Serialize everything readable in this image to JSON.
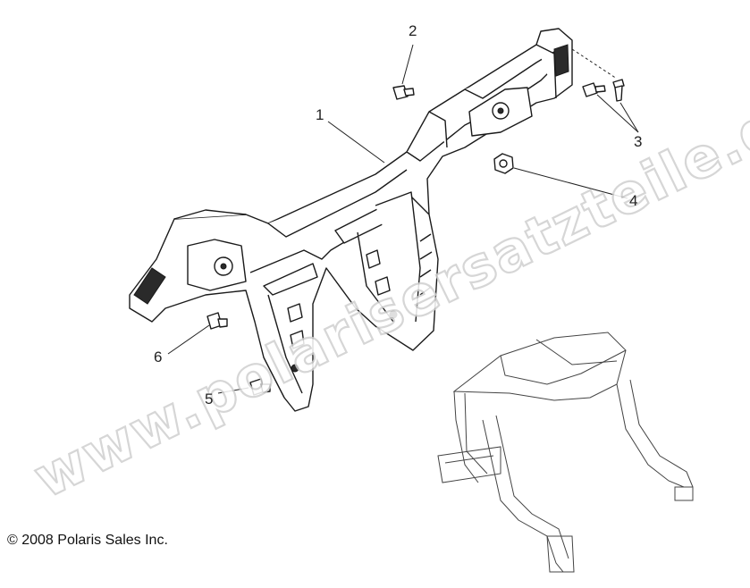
{
  "diagram": {
    "callouts": [
      {
        "id": "1",
        "label": "1"
      },
      {
        "id": "2",
        "label": "2"
      },
      {
        "id": "3",
        "label": "3"
      },
      {
        "id": "4",
        "label": "4"
      },
      {
        "id": "5",
        "label": "5"
      },
      {
        "id": "6",
        "label": "6"
      }
    ],
    "watermark": "www.polarisersatzteile.de",
    "copyright": "© 2008 Polaris Sales Inc."
  },
  "colors": {
    "line": "#1a1a1a",
    "watermark_stroke": "#cfcfcf",
    "background": "#ffffff"
  }
}
